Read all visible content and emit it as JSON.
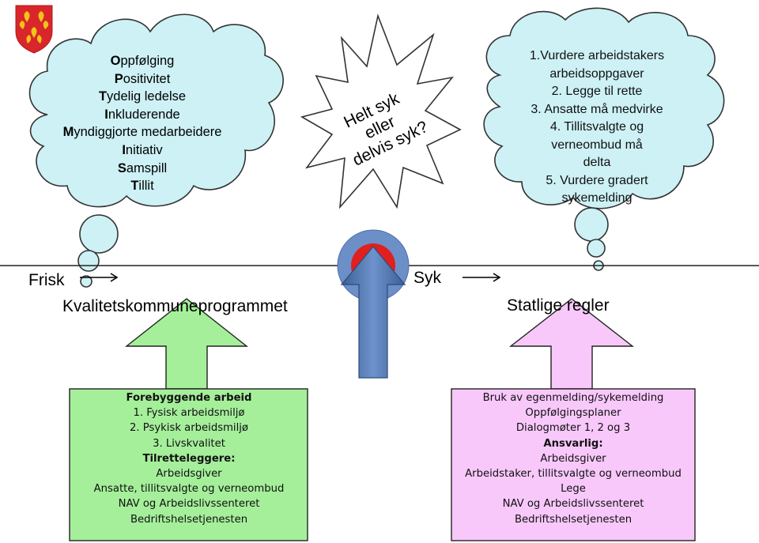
{
  "labels": {
    "frisk": "Frisk",
    "syk": "Syk",
    "left_program": "Kvalitetskommuneprogrammet",
    "right_program": "Statlige regler"
  },
  "starburst": {
    "line1": "Helt syk",
    "line2": "eller",
    "line3": "delvis syk?"
  },
  "left_cloud": {
    "items": [
      {
        "first": "O",
        "rest": "ppfølging"
      },
      {
        "first": "P",
        "rest": "ositivitet"
      },
      {
        "first": "T",
        "rest": "ydelig ledelse"
      },
      {
        "first": "I",
        "rest": "nkluderende"
      },
      {
        "first": "M",
        "rest": "yndiggjorte medarbeidere"
      },
      {
        "first": "I",
        "rest": "nitiativ"
      },
      {
        "first": "S",
        "rest": "amspill"
      },
      {
        "first": "T",
        "rest": "illit"
      }
    ]
  },
  "right_cloud": {
    "lines": [
      "1.Vurdere arbeidstakers",
      "arbeidsoppgaver",
      "2. Legge til rette",
      "3. Ansatte må medvirke",
      "4. Tillitsvalgte og",
      "verneombud må",
      "delta",
      "5. Vurdere gradert",
      "sykemelding"
    ]
  },
  "left_box": {
    "heading": "Forebyggende arbeid",
    "items": [
      "1.    Fysisk arbeidsmiljø",
      "2.    Psykisk arbeidsmiljø",
      "3.    Livskvalitet"
    ],
    "subheading": "Tilretteleggere:",
    "lines": [
      "Arbeidsgiver",
      "Ansatte, tillitsvalgte og verneombud",
      "NAV og Arbeidslivssenteret",
      "Bedriftshelsetjenesten"
    ]
  },
  "right_box": {
    "lines_top": [
      "Bruk av egenmelding/sykemelding",
      "Oppfølgingsplaner",
      "Dialogmøter 1, 2 og 3"
    ],
    "subheading": "Ansvarlig:",
    "lines": [
      "Arbeidsgiver",
      "Arbeidstaker, tillitsvalgte og verneombud",
      "Lege",
      "NAV og Arbeidslivssenteret",
      "Bedriftshelsetjenesten"
    ]
  },
  "colors": {
    "cloud_fill": "#cdf1f5",
    "green_fill": "#a5ef9b",
    "pink_fill": "#f8c8fb",
    "arrow_blue": "#4a6fa8",
    "ring_blue": "#6d8fc8",
    "red_center": "#e0201e",
    "crest_red": "#d8262a",
    "crest_gold": "#f3c31a"
  }
}
